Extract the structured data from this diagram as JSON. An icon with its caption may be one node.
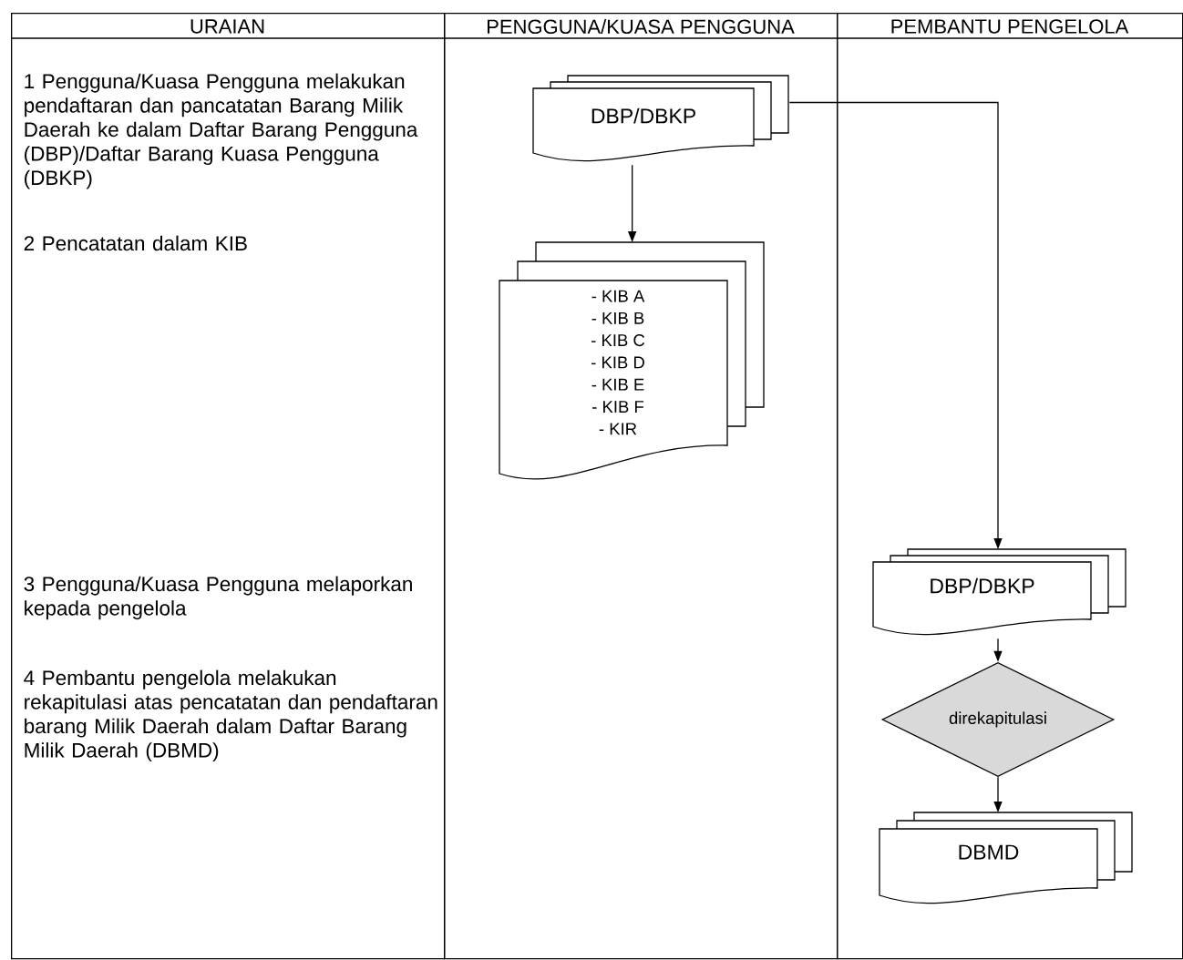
{
  "diagram": {
    "nodes": [
      {
        "text": [
          "URAIAN"
        ]
      },
      {
        "text": [
          "PENGGUNA/KUASA PENGGUNA"
        ]
      },
      {
        "text": [
          "PEMBANTU PENGELOLA"
        ]
      },
      {
        "text": [
          "DBP/DBKP"
        ],
        "in": 1
      },
      {
        "text": [
          "- KIB A",
          "- KIB B",
          "- KIB C",
          "- KIB D",
          "- KIB E",
          "- KIB F",
          "- KIR"
        ],
        "in": 1
      },
      {
        "text": [
          "DBP/DBKP"
        ],
        "in": 2
      },
      {
        "text": [
          "direkapitulasi"
        ],
        "in": 2
      },
      {
        "text": [
          "DBMD"
        ],
        "in": 2
      }
    ],
    "edges": [
      {
        "from": 3,
        "to": 4,
        "arrow": "to"
      },
      {
        "from": 3,
        "to": 5,
        "arrow": "to"
      },
      {
        "from": 5,
        "to": 6,
        "arrow": "to"
      },
      {
        "from": 6,
        "to": 7,
        "arrow": "to"
      }
    ],
    "labels": [
      "1 Pengguna/Kuasa Pengguna melakukan pendaftaran dan pancatatan Barang Milik Daerah ke dalam Daftar Barang Pengguna (DBP)/Daftar Barang Kuasa Pengguna (DBKP)",
      "2 Pencatatan dalam KIB",
      "3 Pengguna/Kuasa Pengguna melaporkan kepada pengelola",
      "4 Pembantu pengelola melakukan rekapitulasi atas pencatatan dan pendaftaran barang Milik Daerah dalam Daftar Barang Milik Daerah (DBMD)"
    ]
  }
}
